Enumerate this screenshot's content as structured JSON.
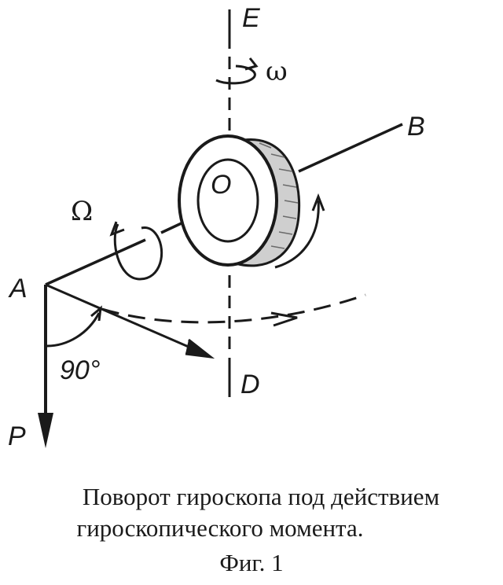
{
  "figure": {
    "labels": {
      "E": "E",
      "B": "B",
      "O": "O",
      "A": "A",
      "D": "D",
      "P": "P",
      "omega": "ω",
      "Omega": "Ω",
      "angle": "90°"
    },
    "caption_line1": "Поворот гироскопа под действием",
    "caption_line2": "гироскопического момента.",
    "figure_number": "Фиг. 1"
  }
}
